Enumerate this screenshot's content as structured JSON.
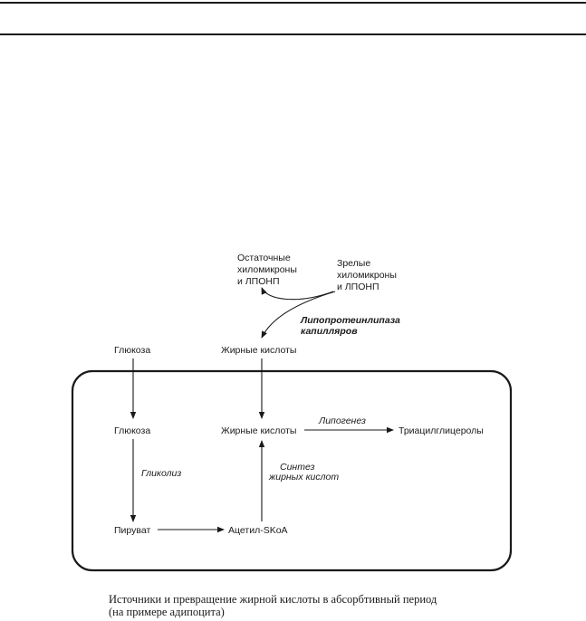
{
  "diagram": {
    "nodes": {
      "residual_chylo": [
        "Остаточные",
        "хиломикроны",
        "и ЛПОНП"
      ],
      "mature_chylo": [
        "Зрелые",
        "хиломикроны",
        "и ЛПОНП"
      ],
      "lipase": [
        "Липопротеинлипаза",
        "капилляров"
      ],
      "glucose_out": "Глюкоза",
      "fatty_acids_out": "Жирные кислоты",
      "glucose_in": "Глюкоза",
      "fatty_acids_in": "Жирные кислоты",
      "lipogenesis": "Липогенез",
      "triacylglycerols": "Триацилглицеролы",
      "glycolysis": "Гликолиз",
      "fa_synthesis": [
        "Синтез",
        "жирных кислот"
      ],
      "pyruvate": "Пируват",
      "acetyl_scoa": "Ацетил-SKoA"
    },
    "edges": [
      {
        "from": "mature_chylo",
        "to": "residual_chylo"
      },
      {
        "from": "mature_chylo",
        "to": "fatty_acids_out"
      },
      {
        "from": "glucose_out",
        "to": "glucose_in"
      },
      {
        "from": "fatty_acids_out",
        "to": "fatty_acids_in"
      },
      {
        "from": "fatty_acids_in",
        "to": "triacylglycerols",
        "label": "lipogenesis"
      },
      {
        "from": "glucose_in",
        "to": "pyruvate",
        "label": "glycolysis"
      },
      {
        "from": "pyruvate",
        "to": "acetyl_scoa"
      },
      {
        "from": "acetyl_scoa",
        "to": "fatty_acids_in",
        "label": "fa_synthesis"
      }
    ]
  },
  "caption": {
    "line1": "Источники и превращение жирной кислоты в абсорбтивный период",
    "line2": "(на примере адипоцита)"
  }
}
